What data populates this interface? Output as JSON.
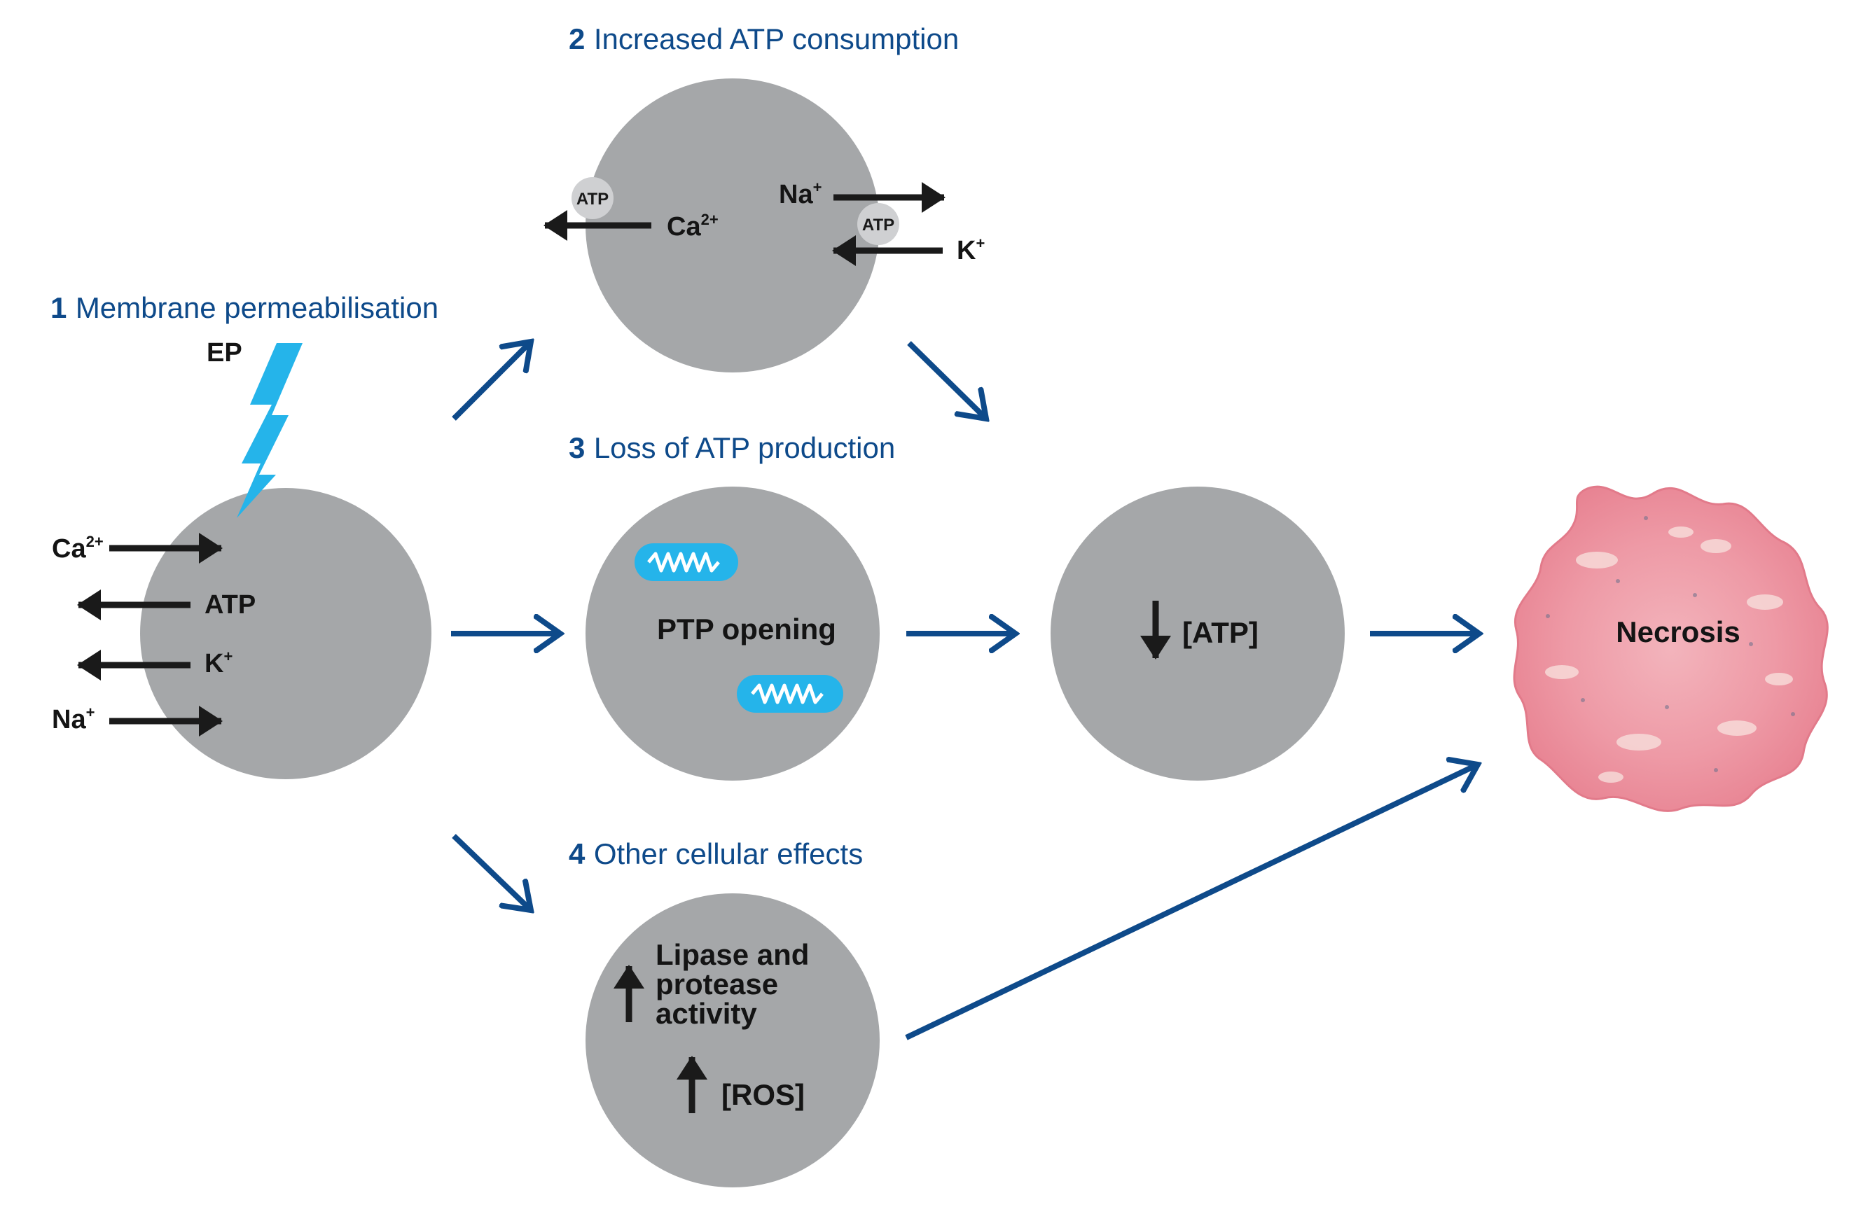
{
  "colors": {
    "cell": "#a5a7a9",
    "flow_arrow": "#0e4a8a",
    "ion_arrow": "#1a1a1a",
    "lightning": "#25b4ea",
    "mitochondria": "#25b4ea",
    "necrosis": "#ef9aa6",
    "heading": "#0e4a8a"
  },
  "steps": {
    "s1": {
      "num": "1",
      "title": "Membrane permeabilisation"
    },
    "s2": {
      "num": "2",
      "title": "Increased ATP consumption"
    },
    "s3": {
      "num": "3",
      "title": "Loss of ATP production"
    },
    "s4": {
      "num": "4",
      "title": "Other cellular effects"
    }
  },
  "cell1": {
    "stimulus": "EP",
    "ions": {
      "ca": "Ca",
      "ca_sup": "2+",
      "atp": "ATP",
      "k": "K",
      "k_sup": "+",
      "na": "Na",
      "na_sup": "+"
    }
  },
  "cell2": {
    "ca": "Ca",
    "ca_sup": "2+",
    "na": "Na",
    "na_sup": "+",
    "k": "K",
    "k_sup": "+",
    "atp_badge": "ATP"
  },
  "cell3": {
    "label": "PTP opening"
  },
  "cell5": {
    "label": "[ATP]"
  },
  "cell4": {
    "line1": "Lipase and",
    "line2": "protease",
    "line3": "activity",
    "ros": "[ROS]"
  },
  "necrosis": {
    "label": "Necrosis"
  }
}
